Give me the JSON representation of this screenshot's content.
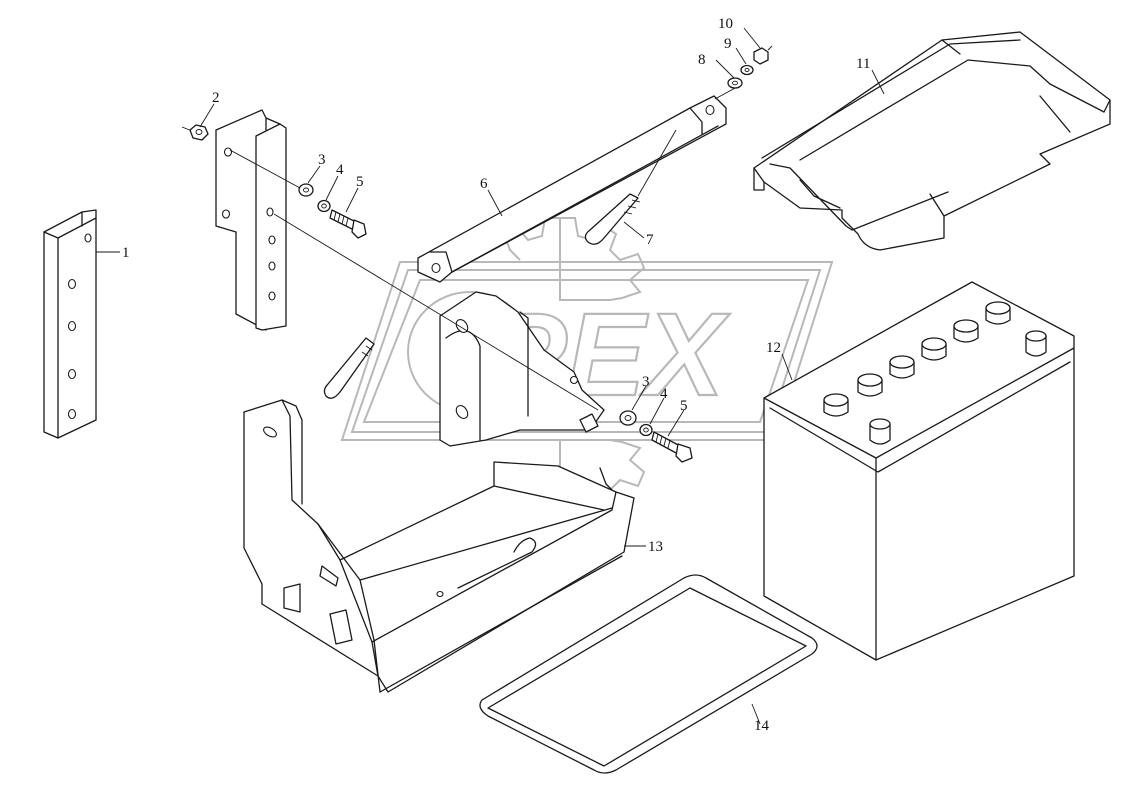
{
  "watermark": {
    "text": "PEX"
  },
  "callouts": [
    {
      "id": "c1",
      "label": "1"
    },
    {
      "id": "c2",
      "label": "2"
    },
    {
      "id": "c3a",
      "label": "3"
    },
    {
      "id": "c4a",
      "label": "4"
    },
    {
      "id": "c5a",
      "label": "5"
    },
    {
      "id": "c6",
      "label": "6"
    },
    {
      "id": "c7",
      "label": "7"
    },
    {
      "id": "c8",
      "label": "8"
    },
    {
      "id": "c9",
      "label": "9"
    },
    {
      "id": "c10",
      "label": "10"
    },
    {
      "id": "c11",
      "label": "11"
    },
    {
      "id": "c12",
      "label": "12"
    },
    {
      "id": "c3b",
      "label": "3"
    },
    {
      "id": "c4b",
      "label": "4"
    },
    {
      "id": "c5b",
      "label": "5"
    },
    {
      "id": "c13",
      "label": "13"
    },
    {
      "id": "c14",
      "label": "14"
    }
  ]
}
